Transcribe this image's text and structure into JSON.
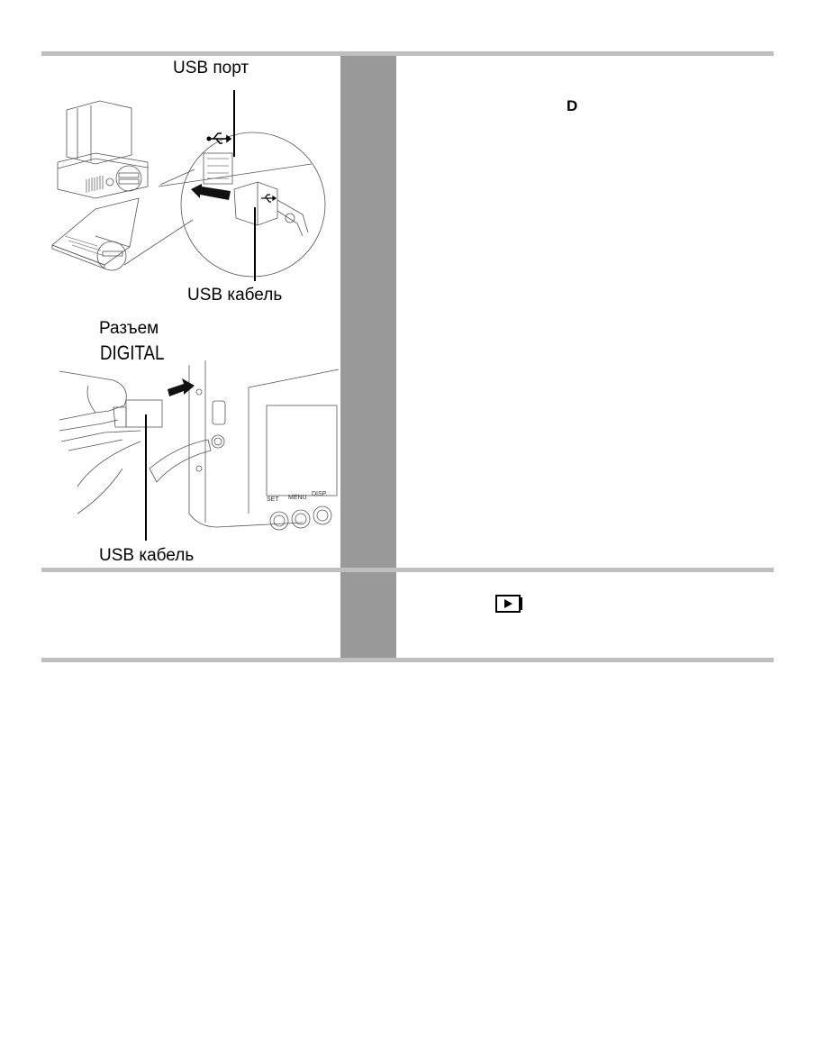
{
  "figure1": {
    "label_usb_port": "USB порт",
    "label_usb_cable": "USB кабель"
  },
  "figure2": {
    "label_connector_line1": "Разъем",
    "label_connector_line2": "DIGITAL",
    "label_usb_cable": "USB кабель",
    "camera_buttons": [
      "SET",
      "MENU",
      "DISP."
    ]
  },
  "row1": {
    "text_fragment": "D"
  },
  "row2": {
    "icon": "playback-icon"
  },
  "colors": {
    "rule": "#bfbfbf",
    "gray_column": "#999999"
  }
}
